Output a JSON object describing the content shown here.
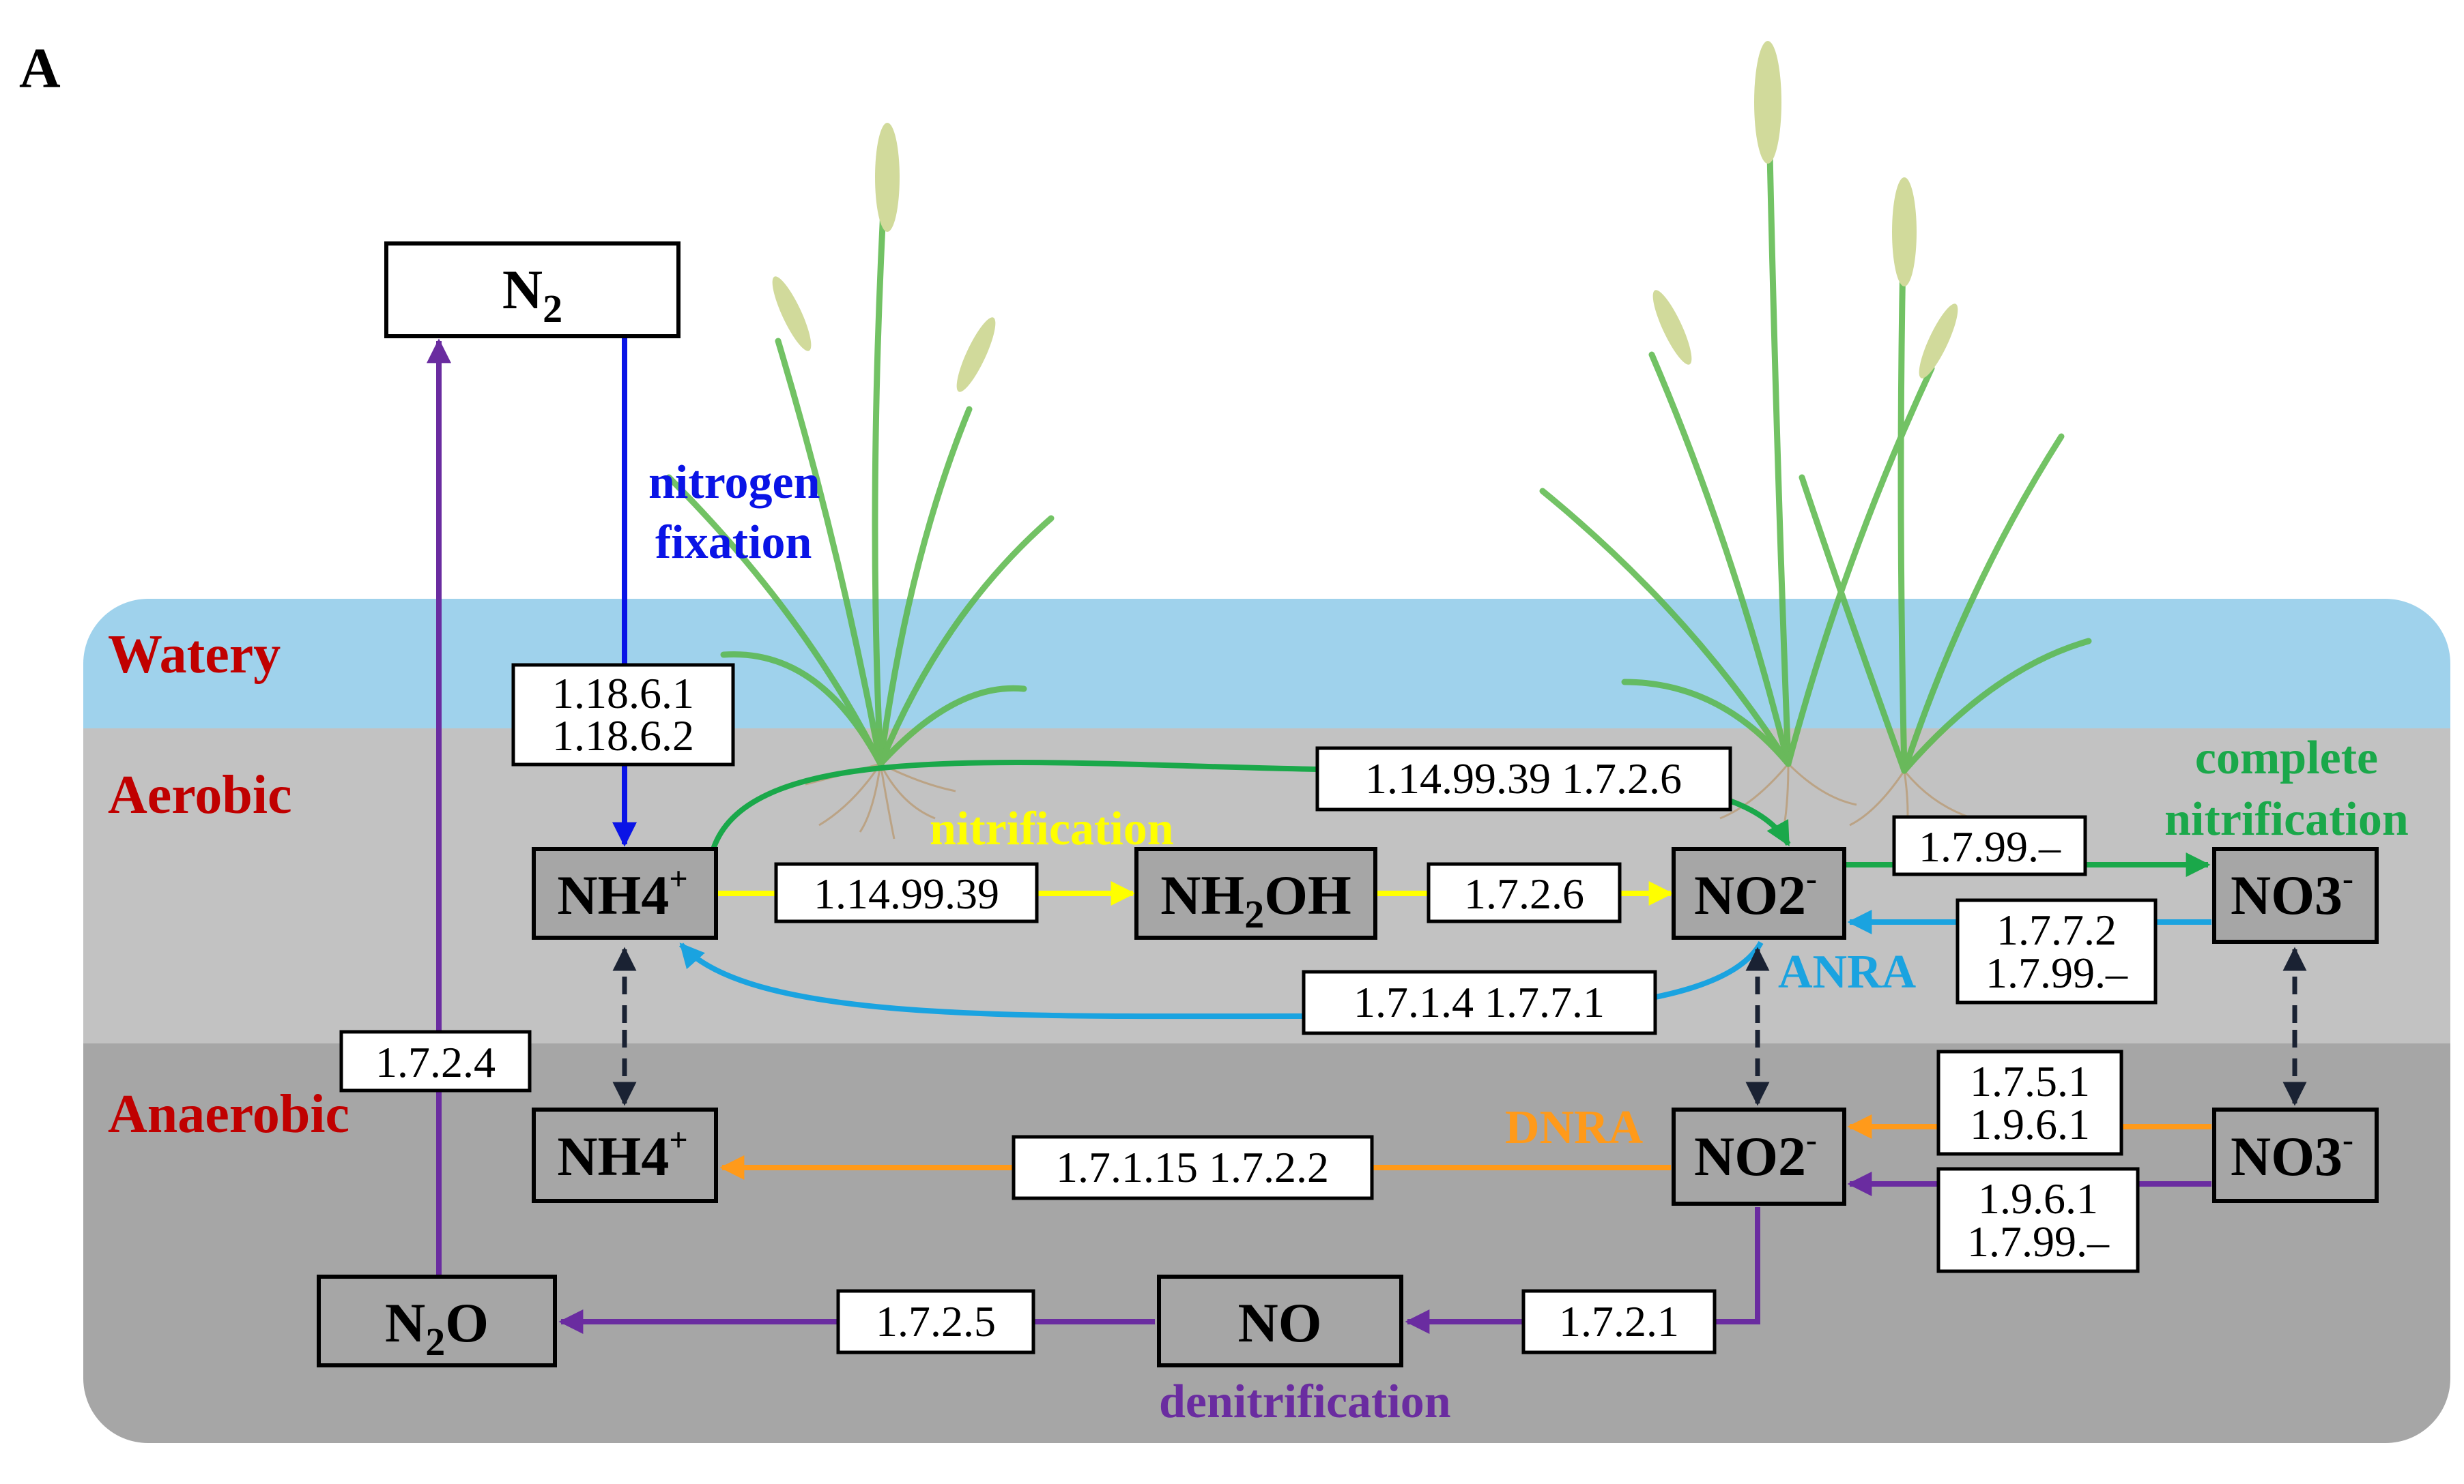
{
  "panel_label": "A",
  "colors": {
    "water": "#9fd2ec",
    "aerobic": "#c2c2c2",
    "anaerobic": "#a6a6a6",
    "zone_text": "#c00000",
    "fixation": "#0a14e6",
    "nitrification": "#ffff00",
    "complete_nitrification": "#1aa84a",
    "anra": "#1aa3e0",
    "dnra": "#ff9a1a",
    "denitrification": "#6a2ca0",
    "exchange": "#1a2233",
    "plant": "#5ab84a",
    "plant_head": "#c9d48a",
    "root": "#b8956a"
  },
  "zones": {
    "watery": "Watery",
    "aerobic": "Aerobic",
    "anaerobic": "Anaerobic"
  },
  "nodes": {
    "n2": {
      "main": "N",
      "sub": "2"
    },
    "nh4_aer": {
      "main": "NH4",
      "sup": "+"
    },
    "nh2oh": {
      "main": "NH",
      "sub": "2",
      "tail": "OH"
    },
    "no2_aer": {
      "main": "NO2",
      "sup": "-"
    },
    "no3_aer": {
      "main": "NO3",
      "sup": "-"
    },
    "nh4_ana": {
      "main": "NH4",
      "sup": "+"
    },
    "no2_ana": {
      "main": "NO2",
      "sup": "-"
    },
    "no3_ana": {
      "main": "NO3",
      "sup": "-"
    },
    "n2o": {
      "main": "N",
      "sub": "2",
      "tail": "O"
    },
    "no": {
      "main": "NO"
    }
  },
  "enzymes": {
    "fixation": [
      "1.18.6.1",
      "1.18.6.2"
    ],
    "nh4_to_nh2oh": [
      "1.14.99.39"
    ],
    "nh2oh_to_no2": [
      "1.7.2.6"
    ],
    "nh4_to_no2_bypass": [
      "1.14.99.39  1.7.2.6"
    ],
    "no2_to_no3": [
      "1.7.99.–"
    ],
    "no3_to_no2_anra": [
      "1.7.7.2",
      "1.7.99.–"
    ],
    "no2_to_nh4_anra": [
      "1.7.1.4  1.7.7.1"
    ],
    "n2o_to_n2": [
      "1.7.2.4"
    ],
    "no3_to_no2_dnra": [
      "1.7.5.1",
      "1.9.6.1"
    ],
    "no3_to_no2_denit": [
      "1.9.6.1",
      "1.7.99.–"
    ],
    "no2_to_nh4_dnra": [
      "1.7.1.15  1.7.2.2"
    ],
    "no2_to_no": [
      "1.7.2.1"
    ],
    "no_to_n2o": [
      "1.7.2.5"
    ]
  },
  "pathways": {
    "nitrogen_fixation": [
      "nitrogen",
      "fixation"
    ],
    "nitrification": "nitrification",
    "complete_nitrification": [
      "complete",
      "nitrification"
    ],
    "anra": "ANRA",
    "dnra": "DNRA",
    "denitrification": "denitrification"
  }
}
